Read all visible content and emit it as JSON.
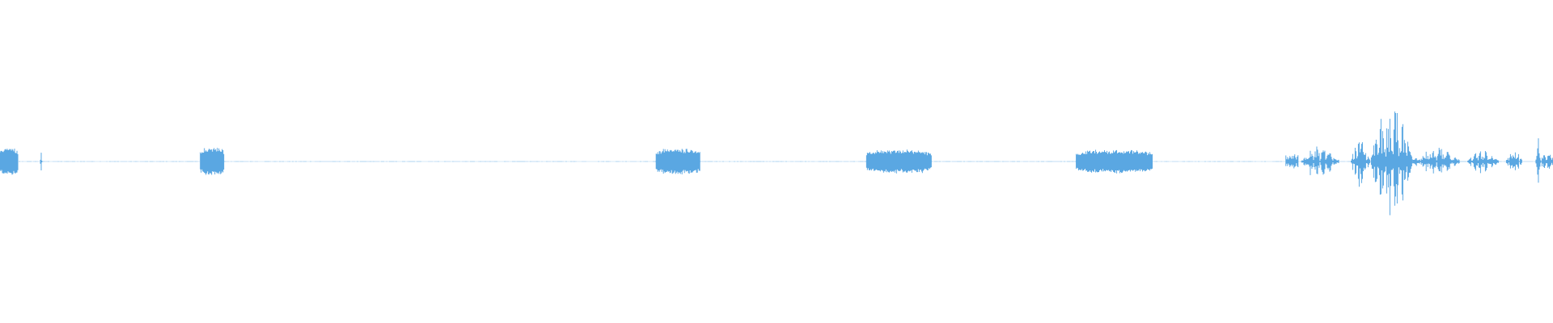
{
  "waveform": {
    "color": "#5aa7e2",
    "background": "#ffffff",
    "baseline_amplitude": 0.018,
    "segments": [
      {
        "start": 0.0,
        "end": 0.0115,
        "amplitude": 0.09,
        "style": "tone"
      },
      {
        "start": 0.0255,
        "end": 0.0275,
        "amplitude": 0.1,
        "style": "click"
      },
      {
        "start": 0.129,
        "end": 0.1445,
        "amplitude": 0.09,
        "style": "tone"
      },
      {
        "start": 0.4225,
        "end": 0.451,
        "amplitude": 0.085,
        "style": "tone"
      },
      {
        "start": 0.558,
        "end": 0.6,
        "amplitude": 0.075,
        "style": "tone"
      },
      {
        "start": 0.693,
        "end": 0.742,
        "amplitude": 0.075,
        "style": "tone"
      },
      {
        "start": 0.828,
        "end": 0.836,
        "amplitude": 0.05,
        "style": "noise"
      },
      {
        "start": 0.838,
        "end": 0.862,
        "amplitude": 0.12,
        "style": "burst"
      },
      {
        "start": 0.87,
        "end": 0.882,
        "amplitude": 0.18,
        "style": "burst"
      },
      {
        "start": 0.883,
        "end": 0.91,
        "amplitude": 0.42,
        "style": "burst"
      },
      {
        "start": 0.91,
        "end": 0.94,
        "amplitude": 0.1,
        "style": "burst"
      },
      {
        "start": 0.945,
        "end": 0.965,
        "amplitude": 0.08,
        "style": "burst"
      },
      {
        "start": 0.97,
        "end": 0.98,
        "amplitude": 0.08,
        "style": "burst"
      },
      {
        "start": 0.988,
        "end": 0.993,
        "amplitude": 0.16,
        "style": "click"
      },
      {
        "start": 0.993,
        "end": 1.0,
        "amplitude": 0.05,
        "style": "noise"
      }
    ]
  }
}
